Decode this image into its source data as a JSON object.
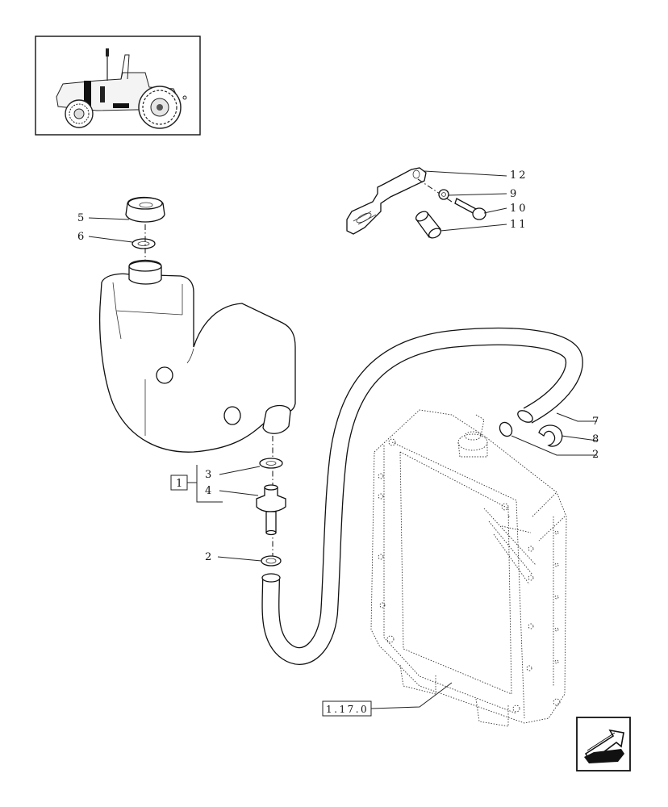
{
  "callouts": {
    "c12": "12",
    "c9": "9",
    "c10": "10",
    "c11": "11",
    "c5": "5",
    "c6": "6",
    "c7": "7",
    "c8": "8",
    "c2a": "2",
    "c3": "3",
    "c4": "4",
    "c2b": "2",
    "kit": "1",
    "ref": "1.17.0"
  }
}
